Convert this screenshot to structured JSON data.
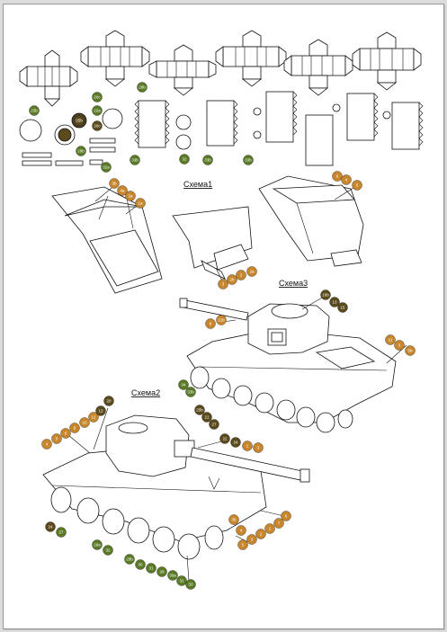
{
  "labels": {
    "scheme1": "Схема1",
    "scheme2": "Схема2",
    "scheme3": "Схема3"
  },
  "colors": {
    "green_marker": "#5a7a25",
    "orange_marker": "#c9872d",
    "dark_marker": "#5b4a1c",
    "line": "#111111"
  },
  "parts_markers": [
    {
      "text": "23b",
      "color": "green"
    },
    {
      "text": "20c",
      "color": "green"
    },
    {
      "text": "22a",
      "color": "green"
    },
    {
      "text": "26b",
      "color": "green"
    },
    {
      "text": "25b",
      "color": "dark"
    },
    {
      "text": "20c",
      "color": "dark"
    },
    {
      "text": "29b",
      "color": "green"
    },
    {
      "text": "32a",
      "color": "green"
    },
    {
      "text": "33b",
      "color": "green"
    },
    {
      "text": "32",
      "color": "green"
    },
    {
      "text": "33b",
      "color": "green"
    },
    {
      "text": "33b",
      "color": "green"
    }
  ],
  "scheme1_markers": [
    {
      "text": "3b",
      "color": "orange"
    },
    {
      "text": "4a",
      "color": "orange"
    },
    {
      "text": "2a",
      "color": "orange"
    },
    {
      "text": "1a",
      "color": "orange"
    },
    {
      "text": "3",
      "color": "orange"
    },
    {
      "text": "2b",
      "color": "orange"
    },
    {
      "text": "2",
      "color": "orange"
    },
    {
      "text": "2a",
      "color": "orange"
    },
    {
      "text": "6",
      "color": "orange"
    },
    {
      "text": "4",
      "color": "orange"
    },
    {
      "text": "5",
      "color": "orange"
    }
  ],
  "scheme3_markers": [
    {
      "text": "16b",
      "color": "dark"
    },
    {
      "text": "13",
      "color": "dark"
    },
    {
      "text": "15",
      "color": "dark"
    },
    {
      "text": "9",
      "color": "orange"
    },
    {
      "text": "21b",
      "color": "orange"
    },
    {
      "text": "11",
      "color": "orange"
    },
    {
      "text": "3",
      "color": "orange"
    },
    {
      "text": "5b",
      "color": "orange"
    },
    {
      "text": "34",
      "color": "green"
    },
    {
      "text": "33b",
      "color": "green"
    }
  ],
  "scheme2_markers": [
    {
      "text": "4",
      "color": "orange"
    },
    {
      "text": "5",
      "color": "orange"
    },
    {
      "text": "6",
      "color": "orange"
    },
    {
      "text": "8",
      "color": "orange"
    },
    {
      "text": "10",
      "color": "orange"
    },
    {
      "text": "11",
      "color": "orange"
    },
    {
      "text": "12",
      "color": "dark"
    },
    {
      "text": "20",
      "color": "dark"
    },
    {
      "text": "25b",
      "color": "dark"
    },
    {
      "text": "21",
      "color": "dark"
    },
    {
      "text": "27",
      "color": "dark"
    },
    {
      "text": "22",
      "color": "dark"
    },
    {
      "text": "24",
      "color": "dark"
    },
    {
      "text": "1",
      "color": "orange"
    },
    {
      "text": "3",
      "color": "orange"
    },
    {
      "text": "24",
      "color": "dark"
    },
    {
      "text": "27",
      "color": "green"
    },
    {
      "text": "29a",
      "color": "green"
    },
    {
      "text": "32",
      "color": "green"
    },
    {
      "text": "29b",
      "color": "green"
    },
    {
      "text": "30",
      "color": "green"
    },
    {
      "text": "31",
      "color": "green"
    },
    {
      "text": "28",
      "color": "green"
    },
    {
      "text": "30a",
      "color": "green"
    },
    {
      "text": "31",
      "color": "green"
    },
    {
      "text": "33",
      "color": "green"
    },
    {
      "text": "5",
      "color": "orange"
    },
    {
      "text": "3",
      "color": "orange"
    },
    {
      "text": "2",
      "color": "orange"
    },
    {
      "text": "1",
      "color": "orange"
    },
    {
      "text": "7",
      "color": "orange"
    },
    {
      "text": "6",
      "color": "orange"
    },
    {
      "text": "3b",
      "color": "orange"
    },
    {
      "text": "4",
      "color": "orange"
    }
  ]
}
